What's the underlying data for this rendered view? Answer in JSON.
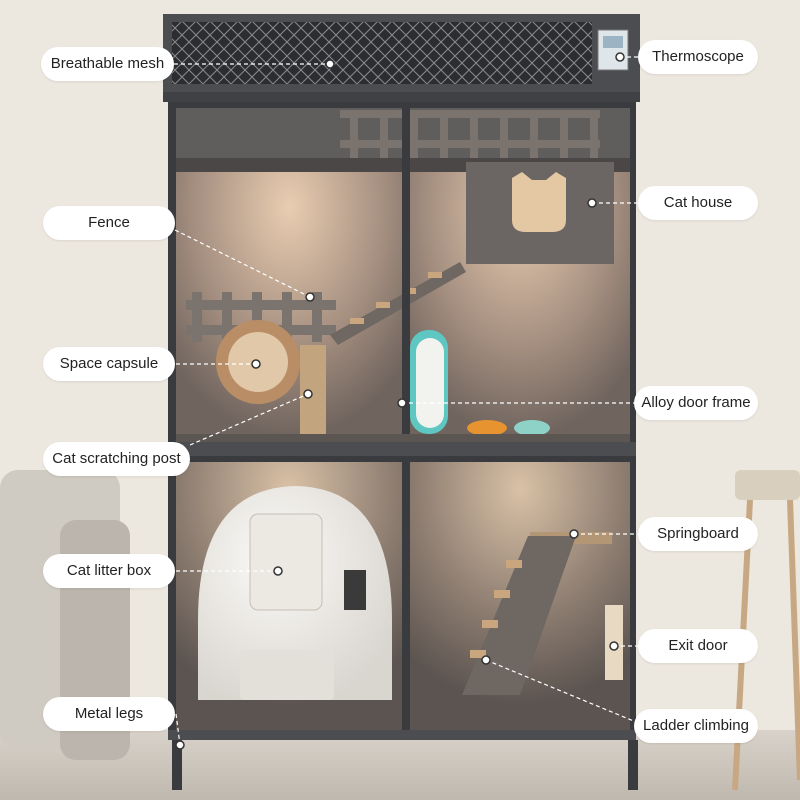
{
  "callouts": {
    "breathable_mesh": "Breathable mesh",
    "thermoscope": "Thermoscope",
    "fence": "Fence",
    "cat_house": "Cat house",
    "space_capsule": "Space capsule",
    "alloy_door_frame": "Alloy door frame",
    "cat_scratching_post": "Cat scratching post",
    "springboard": "Springboard",
    "cat_litter_box": "Cat litter box",
    "exit_door": "Exit door",
    "metal_legs": "Metal legs",
    "ladder_climbing": "Ladder climbing"
  },
  "colors": {
    "frame": "#4d4f52",
    "interior": "#8f8278",
    "wall": "#ece7df",
    "label_bg": "#ffffff",
    "text": "#222222"
  }
}
